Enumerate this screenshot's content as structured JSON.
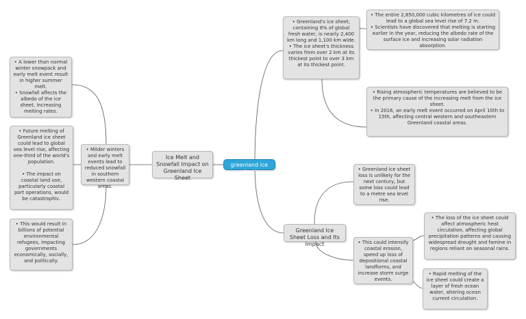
{
  "root": {
    "label": "greenland ice sheet"
  },
  "topic_left": {
    "label": "Ice Melt and Snowfall Impact on Greenland Ice Sheet"
  },
  "topic_top": {
    "label": "• Greenland's ice sheet, containing 8% of global fresh water, is nearly 2,400 km long and 1,100 km wide.\n• The ice sheet's thickness varies from over 2 km at its thickest point to over 3 km at its thickest point."
  },
  "topic_bottom": {
    "label": "Greenland Ice Sheet Loss and Its Impact"
  },
  "milder": {
    "label": "• Milder winters and early melt events lead to reduced snowfall in southern western coastal areas."
  },
  "lower_snow": {
    "label": "• A lower than normal winter snowpack and early melt event result in higher summer melt.\n• Snowfall affects the albedo of the ice sheet, increasing melting rates."
  },
  "future_melt": {
    "label": "• Future melting of Greenland ice sheet could lead to global sea level rise, affecting one-third of the world's population.\n\n• The impact on coastal land use, particularly coastal port operations, would be catastrophic."
  },
  "refugees": {
    "label": "• This would result in billions of potential environmental refugees, impacting governments economically, socially, and politically."
  },
  "sea_level": {
    "label": "• The entire 2,850,000 cubic kilometres of ice could lead to a global sea level rise of 7.2 m.\n• Scientists have discovered that melting is starting earlier in the year, reducing the albedo rate of the surface ice and increasing solar radiation absorption."
  },
  "temps": {
    "label": "• Rising atmospheric temperatures are believed to be the primary cause of the increasing melt from the ice sheet.\n• In 2016, an early melt event occurred on April 10th to 15th, affecting central western and southeastern Greenland coastal areas."
  },
  "unlikely": {
    "label": "• Greenland ice sheet loss is unlikely for the next century, but some loss could lead to a metre sea level rise."
  },
  "erosion": {
    "label": "• This could intensify coastal erosion, speed up loss of depositional coastal landforms, and increase storm surge events."
  },
  "circulation": {
    "label": "• The loss of the ice sheet could affect atmospheric heat circulation, affecting global precipitation patterns and causing widespread drought and famine in regions reliant on seasonal rains."
  },
  "fresh_layer": {
    "label": "• Rapid melting of the ice sheet could create a layer of fresh ocean water, altering ocean current circulation."
  },
  "colors": {
    "root": "#2fa6d9",
    "node": "#e3e3e3",
    "line": "#555555"
  }
}
